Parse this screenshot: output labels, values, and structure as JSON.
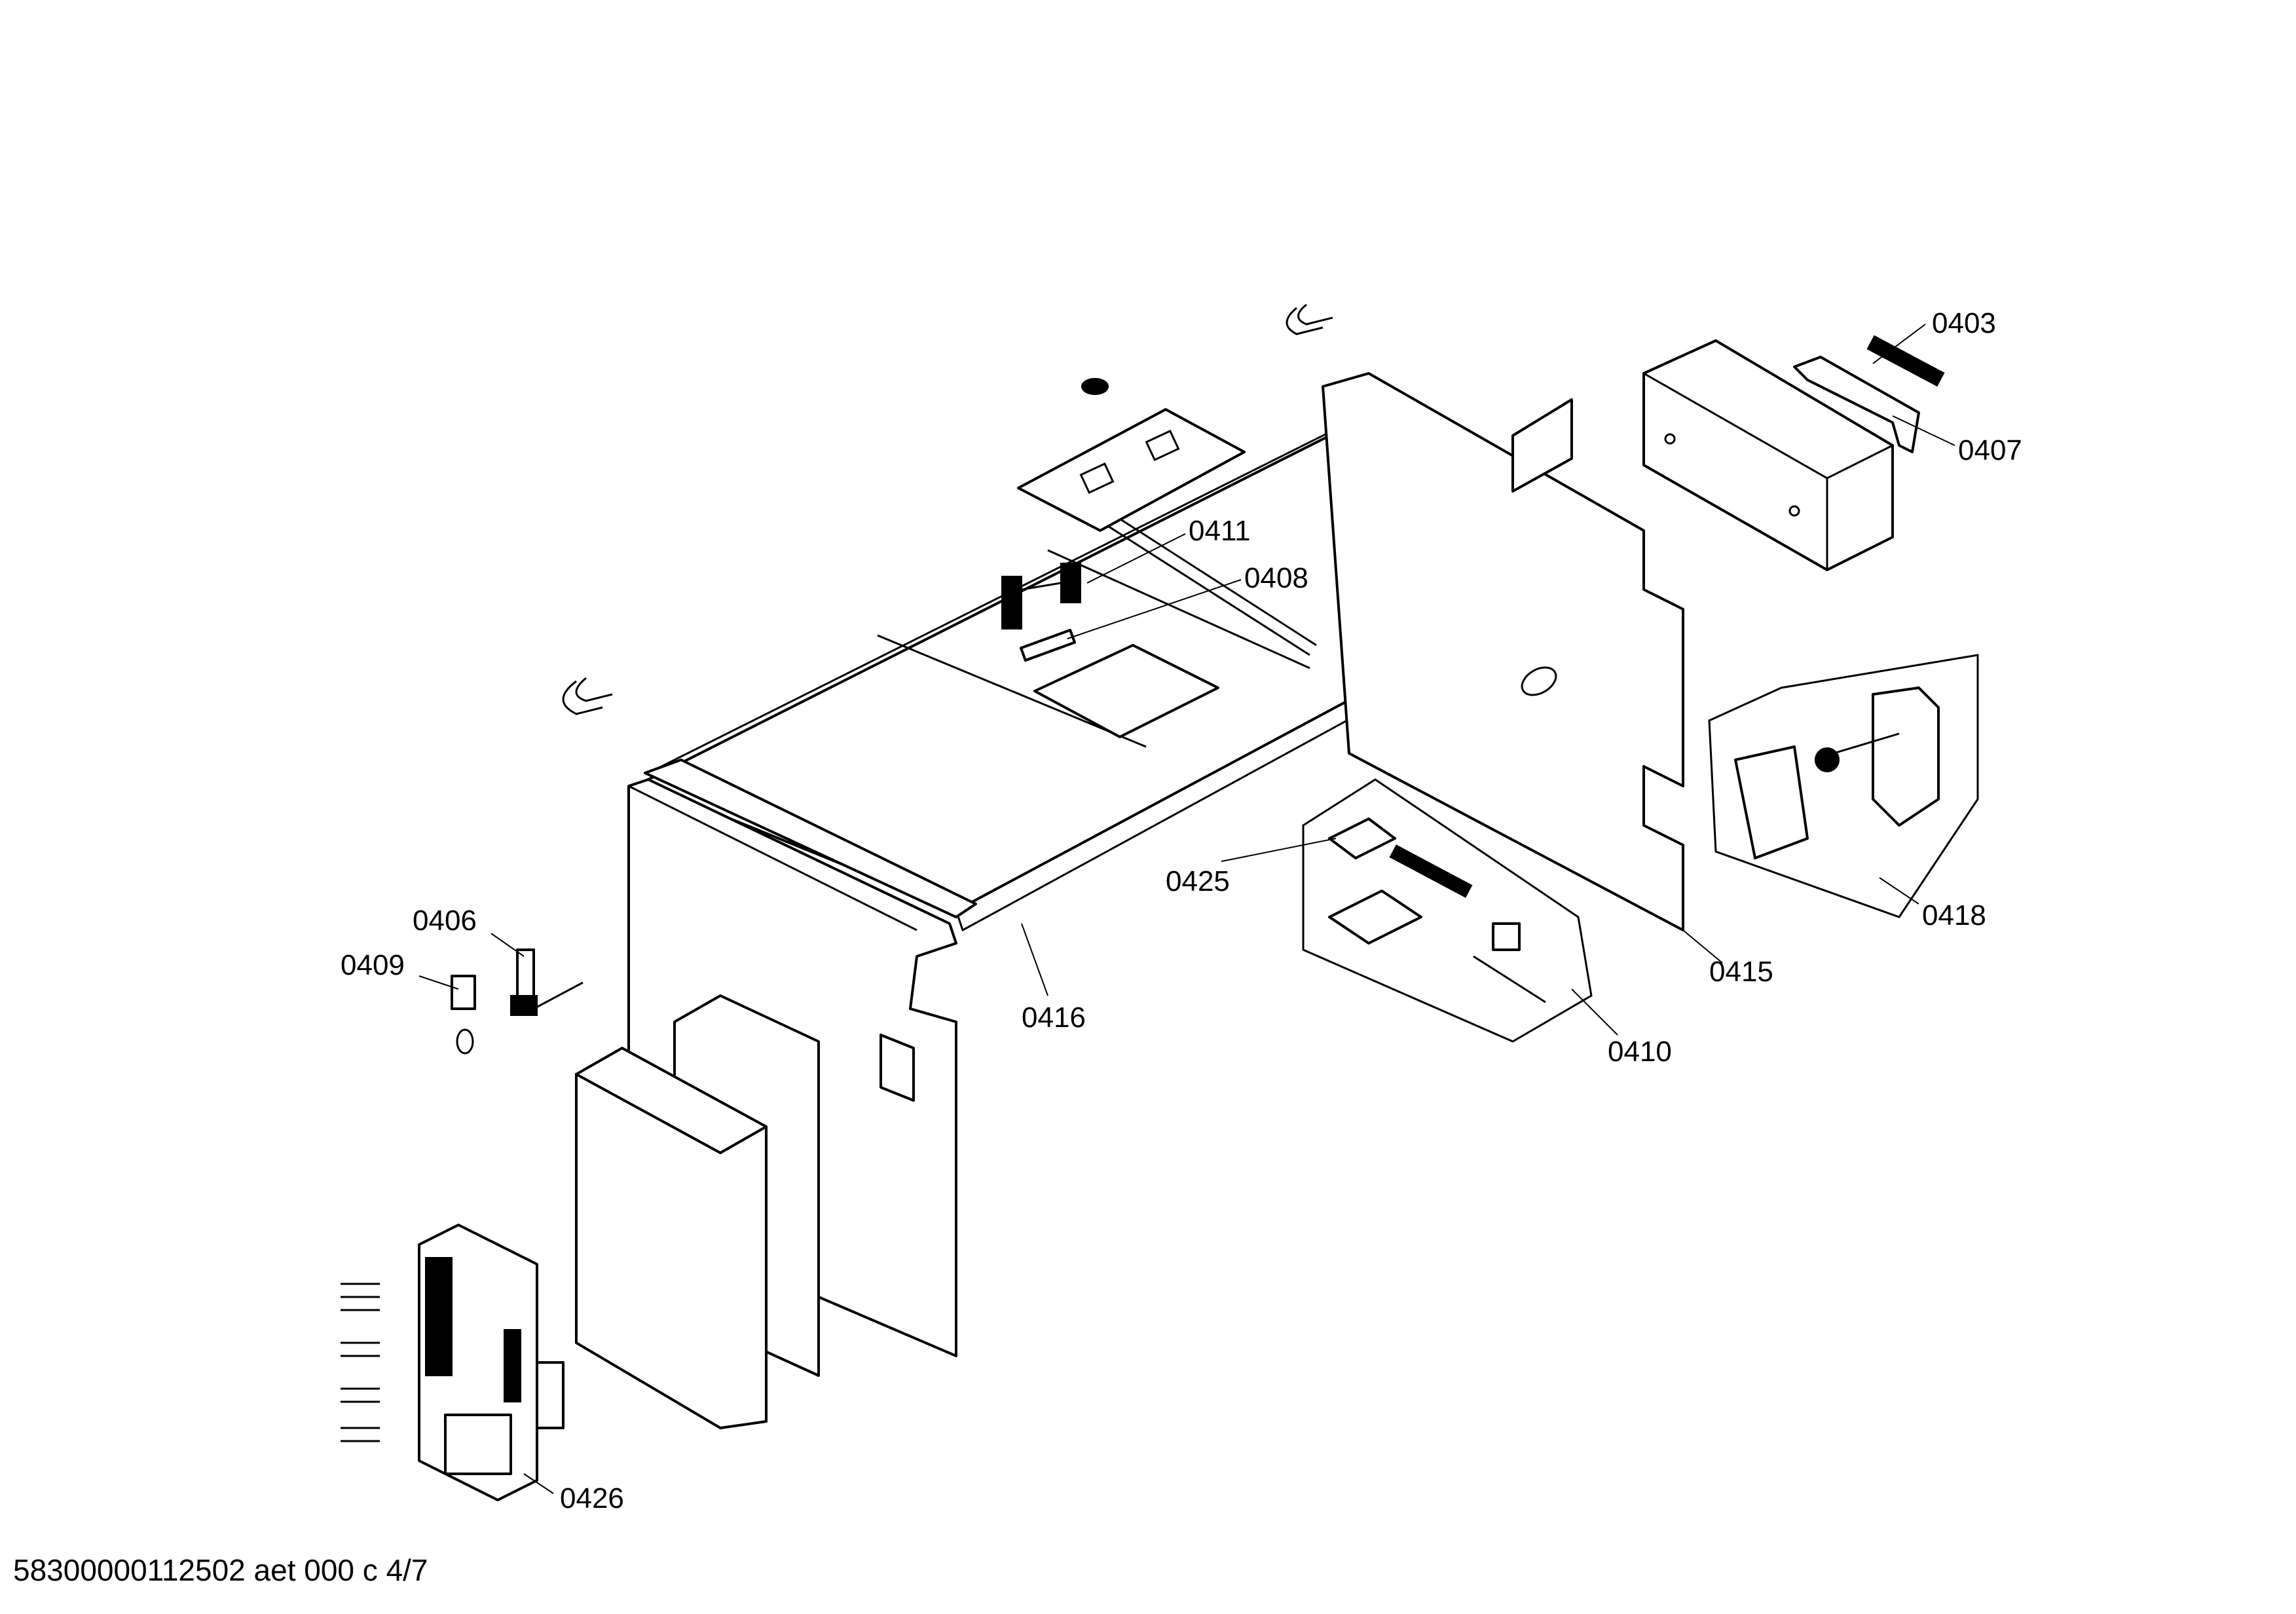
{
  "callouts": {
    "c0403": "0403",
    "c0407": "0407",
    "c0411": "0411",
    "c0408": "0408",
    "c0425": "0425",
    "c0418": "0418",
    "c0406": "0406",
    "c0409": "0409",
    "c0415": "0415",
    "c0416": "0416",
    "c0410": "0410",
    "c0426": "0426"
  },
  "footer": {
    "document_id": "58300000112502 aet 000 c 4/7"
  }
}
